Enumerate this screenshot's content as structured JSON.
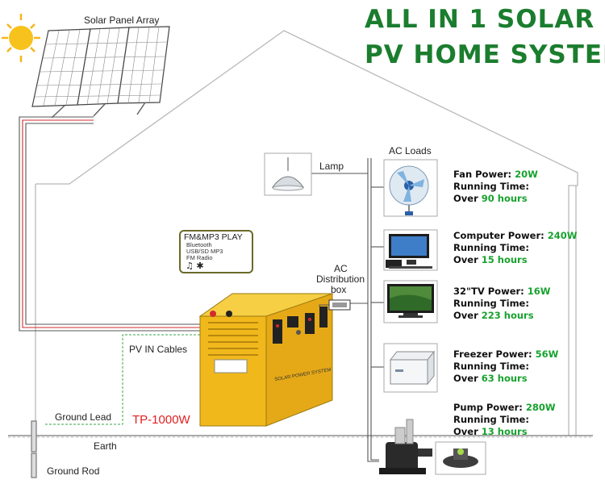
{
  "title": {
    "line1": "ALL IN 1 SOLAR",
    "line2": "PV HOME SYSTEM"
  },
  "labels": {
    "solar_panel_array": "Solar Panel Array",
    "lamp": "Lamp",
    "ac_loads": "AC Loads",
    "ac_distribution_line1": "AC",
    "ac_distribution_line2": "Distribution",
    "ac_distribution_line3": "box",
    "pv_in_cables": "PV IN Cables",
    "ground_lead": "Ground Lead",
    "earth": "Earth",
    "ground_rod": "Ground Rod",
    "model": "TP-1000W",
    "unit_print": "SOLAR POWER SYSTEM"
  },
  "fm_panel": {
    "heading": "FM&MP3 PLAY",
    "line1": "Bluetooth",
    "line2": "USB/SD MP3",
    "line3": "FM Radio",
    "icons": "♫ ✱"
  },
  "loads": [
    {
      "name": "Fan Power:",
      "power": "20W",
      "time_label": "Running Time:",
      "over": "Over",
      "hours": "90 hours"
    },
    {
      "name": "Computer Power:",
      "power": "240W",
      "time_label": "Running Time:",
      "over": "Over",
      "hours": "15 hours"
    },
    {
      "name": "32\"TV Power:",
      "power": "16W",
      "time_label": "Running Time:",
      "over": "Over",
      "hours": "223 hours"
    },
    {
      "name": "Freezer Power:",
      "power": "56W",
      "time_label": "Running Time:",
      "over": "Over",
      "hours": "63 hours"
    },
    {
      "name": "Pump Power:",
      "power": "280W",
      "time_label": "Running Time:",
      "over": "Over",
      "hours": "13 hours"
    }
  ],
  "colors": {
    "title_green": "#1b7d2e",
    "value_green": "#17a22e",
    "model_red": "#e02020",
    "unit_yellow": "#f1b81c",
    "wire_red": "#d32a2a",
    "ground_green": "#3aa548"
  }
}
